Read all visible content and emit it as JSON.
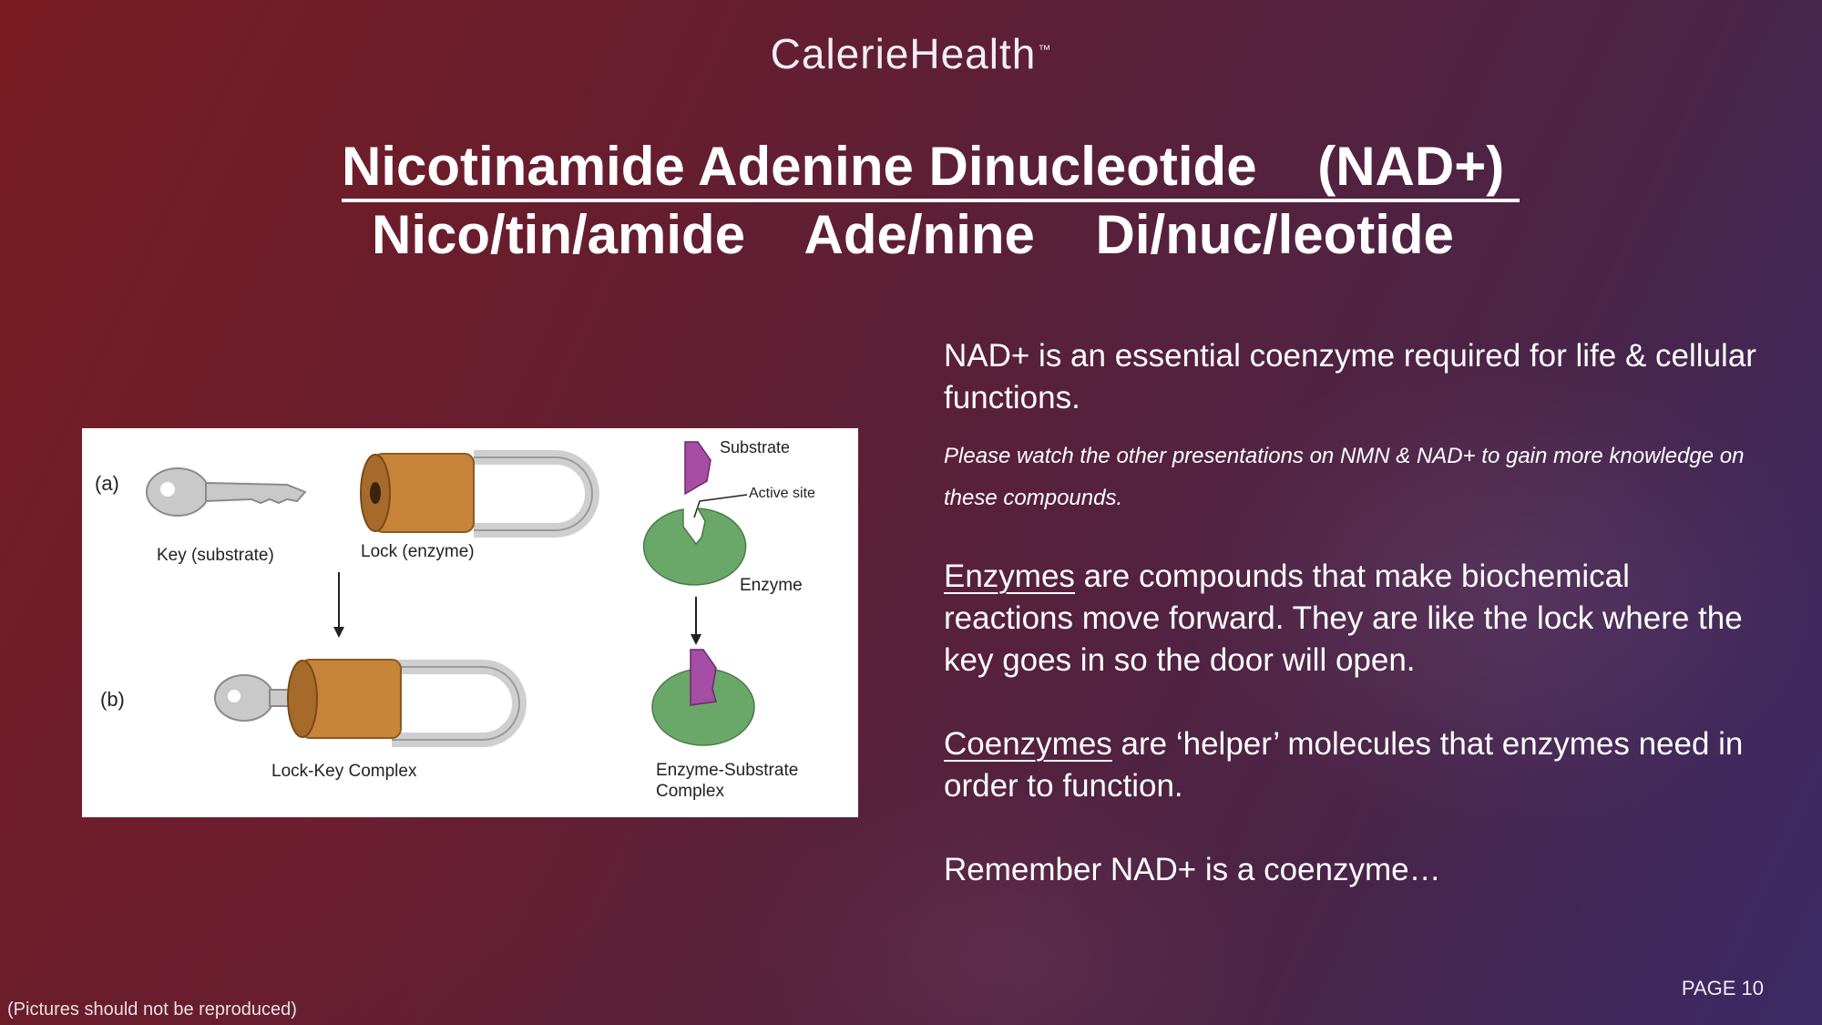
{
  "brand": {
    "name": "CalerieHealth",
    "tm": "™"
  },
  "title": "Nicotinamide Adenine Dinucleotide    (NAD+) ",
  "subtitle": "Nico/tin/amide    Ade/nine    Di/nuc/leotide",
  "diagram": {
    "label_a": "(a)",
    "label_b": "(b)",
    "key_label": "Key (substrate)",
    "lock_label": "Lock (enzyme)",
    "complex_label": "Lock-Key Complex",
    "substrate_label": "Substrate",
    "active_site_label": "Active site",
    "enzyme_label": "Enzyme",
    "es_complex_line1": "Enzyme-Substrate",
    "es_complex_line2": "Complex",
    "colors": {
      "lock": "#c8853a",
      "key": "#c9c9c9",
      "enzyme": "#6aa86a",
      "substrate": "#a64da6"
    }
  },
  "body": {
    "intro": "NAD+ is an essential coenzyme required for life & cellular functions.",
    "note": "Please watch the other presentations on NMN & NAD+ to gain more knowledge on these compounds.",
    "enzymes_term": "Enzymes",
    "enzymes_text": " are compounds that make biochemical reactions move forward. They are like the lock where the key goes in so the door will open.",
    "coenzymes_term": "Coenzymes",
    "coenzymes_text": " are  ‘helper’ molecules that enzymes need in order to function.",
    "remember": "Remember NAD+ is a coenzyme…"
  },
  "footer": {
    "disclaimer": "(Pictures should not be reproduced)",
    "page": "PAGE 10"
  }
}
